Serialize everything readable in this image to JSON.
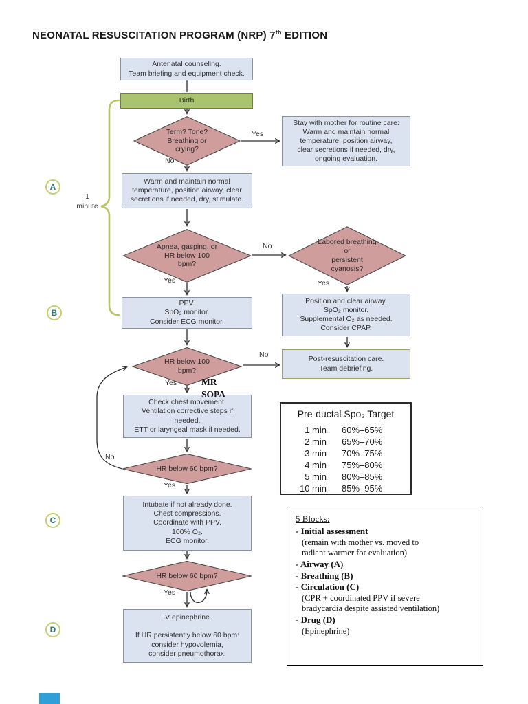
{
  "page": {
    "title_prefix": "NEONATAL RESUSCITATION PROGRAM (NRP) 7",
    "title_sup": "th",
    "title_suffix": " EDITION"
  },
  "labels": {
    "yes": "Yes",
    "no": "No",
    "one_minute": "1\nminute",
    "mr_sopa": "MR\nSOPA"
  },
  "side_markers": {
    "a": "A",
    "b": "B",
    "c": "C",
    "d": "D"
  },
  "flow": {
    "antenatal": "Antenatal counseling.\nTeam briefing and equipment check.",
    "birth": "Birth",
    "d_initial": "Term? Tone?\nBreathing or\ncrying?",
    "stay": "Stay with mother for routine care:\nWarm and maintain normal\ntemperature, position airway,\nclear secretions if needed, dry,\nongoing evaluation.",
    "warm": "Warm and maintain normal\ntemperature, position airway, clear\nsecretions if needed, dry, stimulate.",
    "d_apnea": "Apnea, gasping, or\nHR below 100\nbpm?",
    "d_labored": "Labored breathing\nor\npersistent\ncyanosis?",
    "ppv": "PPV.\nSpO₂ monitor.\nConsider ECG monitor.",
    "position_airway": "Position and clear airway.\nSpO₂ monitor.\nSupplemental O₂ as needed.\nConsider CPAP.",
    "d_hr100": "HR below 100\nbpm?",
    "post_resus": "Post-resuscitation care.\nTeam debriefing.",
    "check_chest": "Check chest movement.\nVentilation corrective steps if\nneeded.\nETT or laryngeal mask if needed.",
    "d_hr60_first": "HR below 60 bpm?",
    "intubate": "Intubate if not already done.\nChest compressions.\nCoordinate with PPV.\n100% O₂.\nECG monitor.",
    "d_hr60_second": "HR below 60 bpm?",
    "epinephrine": "IV epinephrine.\n\nIf HR persistently below 60 bpm:\nconsider hypovolemia,\nconsider pneumothorax."
  },
  "spo2_table": {
    "title": "Pre-ductal Spo₂ Target",
    "rows": [
      {
        "t": "1 min",
        "v": "60%–65%"
      },
      {
        "t": "2 min",
        "v": "65%–70%"
      },
      {
        "t": "3 min",
        "v": "70%–75%"
      },
      {
        "t": "4 min",
        "v": "75%–80%"
      },
      {
        "t": "5 min",
        "v": "80%–85%"
      },
      {
        "t": "10 min",
        "v": "85%–95%"
      }
    ]
  },
  "blocks": {
    "heading": "5 Blocks:",
    "items": [
      {
        "label": "- Initial assessment",
        "note": "(remain with mother vs. moved to\nradiant warmer for evaluation)"
      },
      {
        "label": "- Airway (A)",
        "note": ""
      },
      {
        "label": "- Breathing (B)",
        "note": ""
      },
      {
        "label": "- Circulation (C)",
        "note": "(CPR + coordinated PPV if severe\nbradycardia despite assisted ventilation)"
      },
      {
        "label": "- Drug (D)",
        "note": "(Epinephrine)"
      }
    ]
  },
  "colors": {
    "box_blue": "#dbe3f0",
    "birth_green": "#a9c36e",
    "diamond_rose": "#d09d9d",
    "accent_yellow_green": "#b9c463",
    "marker_letter_teal": "#2a7c72",
    "artifact_blue": "#2f9fd7"
  }
}
